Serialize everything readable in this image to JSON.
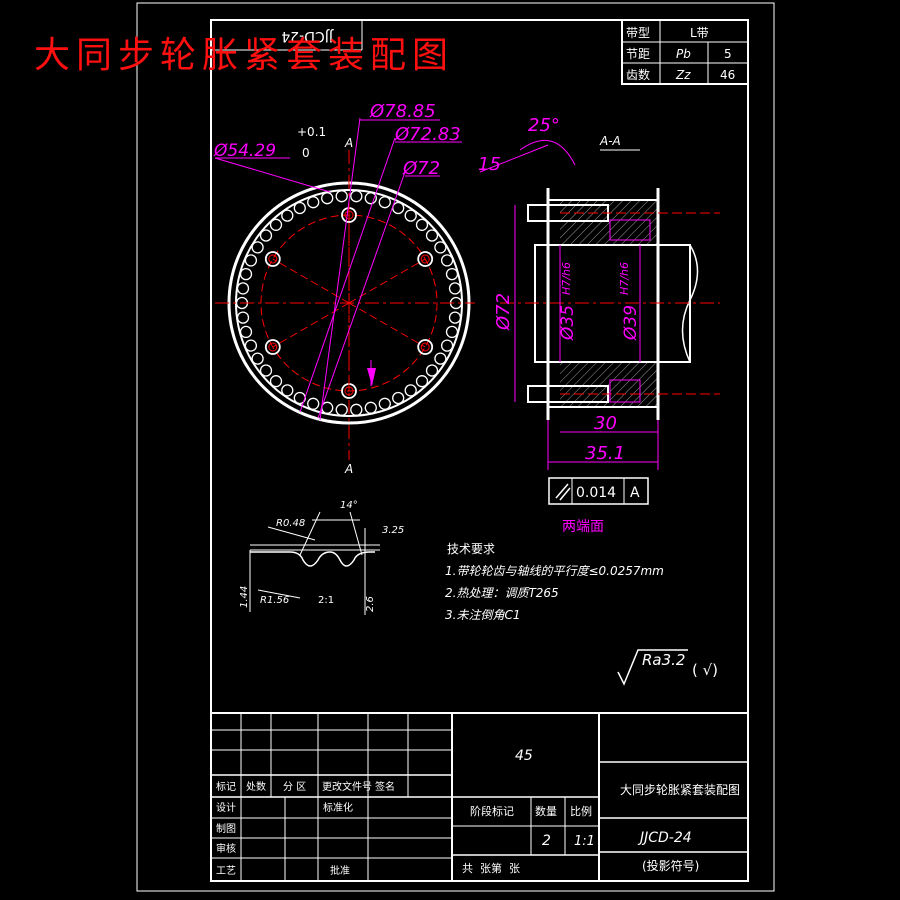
{
  "overlay_title": "大同步轮胀紧套装配图",
  "drawing_number_rotated": "JJCD-24",
  "spec_table": {
    "rows": [
      {
        "label": "带型",
        "symbol": "",
        "value": "L带"
      },
      {
        "label": "节距",
        "symbol": "Pb",
        "value": "5"
      },
      {
        "label": "齿数",
        "symbol": "Zz",
        "value": "46"
      }
    ]
  },
  "dimensions": {
    "d1": "Ø78.85",
    "d2": "Ø72.83",
    "d3": "Ø72",
    "d4": "Ø54.29",
    "tol_upper": "+0.1",
    "tol_lower": "0",
    "section_letter_top": "A",
    "section_letter_bottom": "A",
    "angle": "25°",
    "chamfer": "15",
    "section_label": "A-A",
    "side_diameter": "Ø72",
    "bore_small": "Ø35",
    "bore_small_fit": "H7/h6",
    "bore_large": "Ø39",
    "bore_large_fit": "H7/h6",
    "width_inner": "30",
    "width_outer": "35.1",
    "tolerance_value": "0.014",
    "tolerance_datum": "A",
    "both_ends": "两端面"
  },
  "tooth_detail": {
    "angle": "14°",
    "r_top": "R0.48",
    "r_bottom": "R1.56",
    "h1": "3.25",
    "h2": "1.44",
    "h3": "2.6",
    "scale": "2:1"
  },
  "tech_requirements": {
    "heading": "技术要求",
    "items": [
      "1.带轮轮齿与轴线的平行度≤0.0257mm",
      "2.热处理：调质T265",
      "3.未注倒角C1"
    ]
  },
  "roughness": {
    "value": "Ra3.2",
    "suffix": "( √)"
  },
  "title_block": {
    "mark_headers": [
      "标记",
      "处数",
      "分 区",
      "更改文件号",
      "签名"
    ],
    "role_rows": [
      "设计",
      "制图",
      "审核",
      "工艺"
    ],
    "standardization": "标准化",
    "approval": "批准",
    "weight": "45",
    "stage_label": "阶段标记",
    "quantity_label": "数量",
    "scale_label": "比例",
    "quantity": "2",
    "scale": "1:1",
    "sheets": "共  张第  张",
    "drawing_title": "大同步轮胀紧套装配图",
    "drawing_code": "JJCD-24",
    "projection_note": "(投影符号)"
  },
  "colors": {
    "background": "#000000",
    "line": "#ffffff",
    "dimension": "#ff00ff",
    "center_line": "#ff0000",
    "title_red": "#ff1010"
  }
}
